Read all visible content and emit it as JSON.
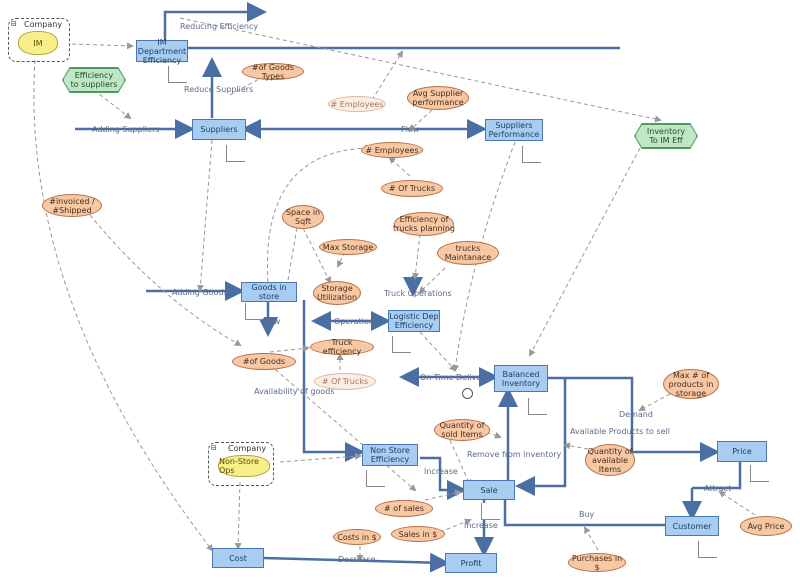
{
  "stocks": {
    "im_dept": "IM\nDepartment\nEfficiency",
    "suppliers": "Suppliers",
    "suppliers_perf": "Suppliers\nPerformance",
    "goods_in_store": "Goods in store",
    "logistic": "Logistic Dep\nEfficiency",
    "balanced_inventory": "Balanced\nInventory",
    "non_store": "Non Store\nEfficiency",
    "sale": "Sale",
    "price": "Price",
    "customer": "Customer",
    "cost": "Cost",
    "profit": "Profit"
  },
  "auxes": {
    "goods_types": "#of Goods Types",
    "employees_top": "# Employees",
    "avg_supplier_perf": "Avg Supplier\nperformance",
    "employees": "# Employees",
    "of_trucks": "# Of Trucks",
    "invoiced": "#invoiced /\n#Shipped",
    "space": "Space in\nSqft",
    "max_storage": "Max Storage",
    "eff_trucks": "Efficiency of\ntrucks planning",
    "trucks_maint": "trucks\nMaintanace",
    "storage_util": "Storage\nUtilization",
    "truck_eff": "Truck efficiency",
    "of_goods": "#of Goods",
    "of_trucks2": "# Of Trucks",
    "max_products": "Max # of\nproducts in\nstorage",
    "qty_sold": "Quantity of\nsold Items",
    "qty_avail": "Quantity of\navailable\nItems",
    "of_sales": "# of sales",
    "sales_usd": "Sales in $",
    "costs_usd": "Costs in $",
    "purchases": "Purchases in $",
    "avg_price": "Avg Price"
  },
  "hexes": {
    "eff_suppliers": "Efficiency\nto suppliers",
    "inventory_im": "Inventory\nTo IM Eff"
  },
  "flows": {
    "reducing_eff": "Reducing Efficiency",
    "reduce_suppliers": "Reduce Suppliers",
    "adding_suppliers": "Adding Suppliers",
    "flow_top": "Flow",
    "adding_goods": "Adding Goods",
    "flow_mid": "Flow",
    "operation": "Operation",
    "truck_operations": "Truck Operations",
    "on_time_delivery": "On Time Delivery",
    "availability": "Availability of goods",
    "available_products": "Available Products to sell",
    "demand": "Demand",
    "remove_inventory": "Remove from inventory",
    "increase1": "Increase",
    "increase2": "Increase",
    "attract": "Attract",
    "buy": "Buy",
    "decrease": "Decrease"
  },
  "groups": {
    "company1": "Company",
    "company1_cloud": "IM",
    "company2": "Company",
    "company2_cloud": "Non-Store Ops"
  }
}
